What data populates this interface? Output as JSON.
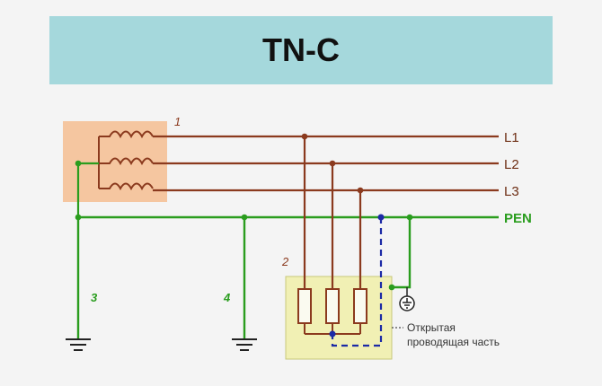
{
  "title": "TN-C",
  "lines": {
    "l1": "L1",
    "l2": "L2",
    "l3": "L3",
    "pen": "PEN"
  },
  "markers": {
    "source": "1",
    "load": "2",
    "source_ground": "3",
    "repeat_ground": "4"
  },
  "annotation": {
    "line1": "Открытая",
    "line2": "проводящая часть"
  },
  "colors": {
    "phase": "#8b3a1e",
    "pen": "#2a9d1e",
    "source_box": "#f5c6a0",
    "load_box": "#f1f0b4",
    "neutral_dashed": "#1c2aa6",
    "title_band": "#a5d8dc"
  }
}
